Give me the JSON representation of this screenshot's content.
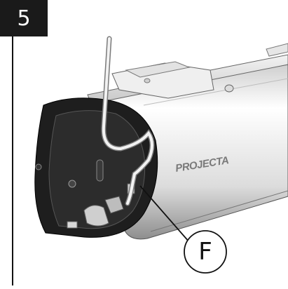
{
  "step": {
    "number": "5"
  },
  "callout": {
    "label": "F"
  },
  "brand": {
    "text": "PROJECTA"
  },
  "colors": {
    "badge": "#1a1a1a",
    "line": "#111111",
    "endcap": "#1e1e1e",
    "housing_light": "#f4f4f4",
    "housing_dark": "#9a9a9a"
  }
}
